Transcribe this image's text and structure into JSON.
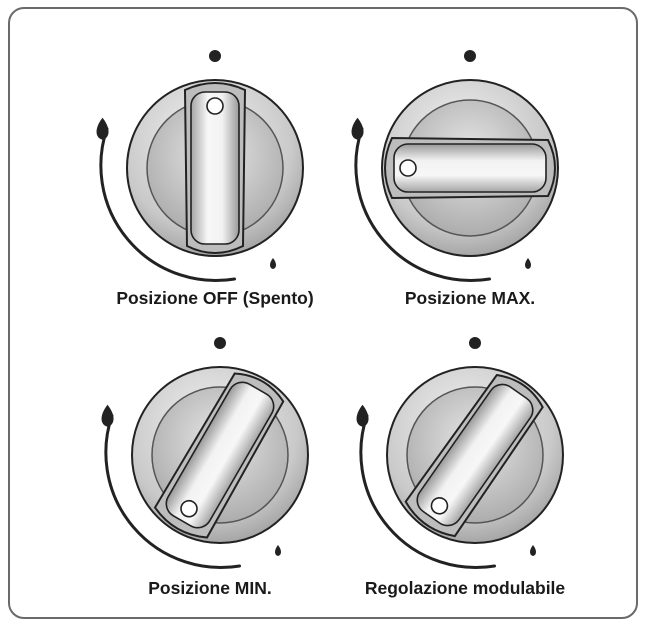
{
  "knobs": [
    {
      "label": "Posizione OFF (Spento)",
      "angle": 0
    },
    {
      "label": "Posizione MAX.",
      "angle": -90
    },
    {
      "label": "Posizione MIN.",
      "angle": -150
    },
    {
      "label": "Regolazione modulabile",
      "angle": -145
    }
  ],
  "icons": {
    "position_marker": "dot-marker-icon",
    "big_flame": "large-flame-icon",
    "small_flame": "small-flame-icon",
    "rotation_arrow": "curved-arrow-icon"
  },
  "colors": {
    "outline": "#222222",
    "knob_light": "#f2f2f2",
    "knob_dark": "#9a9a9a",
    "border": "#6a6a6a"
  }
}
